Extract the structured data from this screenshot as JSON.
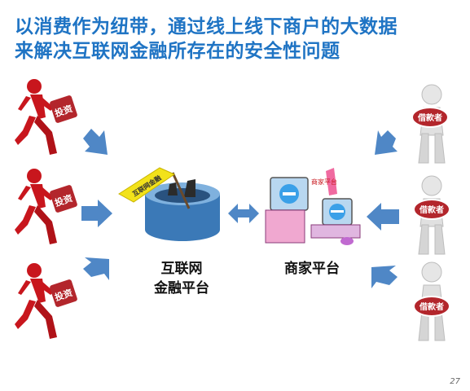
{
  "title": {
    "line1": "以消费作为纽带，通过线上线下商户的大数据",
    "line2": "来解决互联网金融所存在的安全性问题"
  },
  "investor_tag": "投资",
  "borrower_tag": "借款者",
  "flag_text": "互联网金融",
  "merchant_screen_text": "商家平台",
  "platform_label": {
    "line1": "互联网",
    "line2": "金融平台"
  },
  "merchant_label": "商家平台",
  "page_number": "27",
  "colors": {
    "title": "#1f74c4",
    "arrow": "#4f87c6",
    "investor": "#c8161d",
    "borrower": "#d9d9d9",
    "tag": "#b3262c"
  }
}
